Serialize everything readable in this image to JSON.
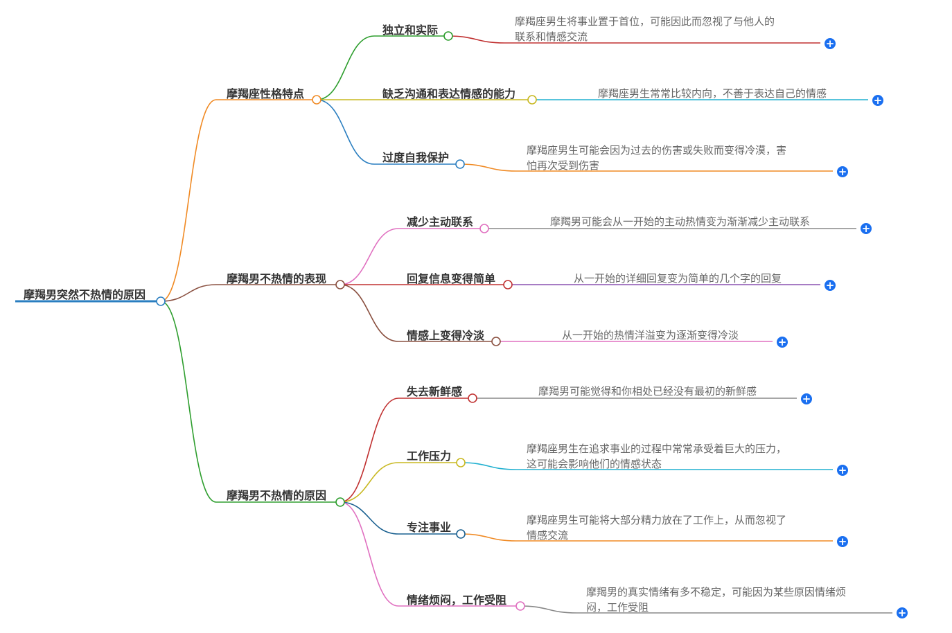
{
  "root": {
    "label": "摩羯男突然不热情的原因"
  },
  "branches": [
    {
      "label": "摩羯座性格特点",
      "color": "#f08a24",
      "children": [
        {
          "label": "独立和实际",
          "color": "#2e9e2e",
          "leaf_color": "#c03030",
          "text_lines": [
            "摩羯座男生将事业置于首位，可能因此而忽视了与他人的",
            "联系和情感交流"
          ]
        },
        {
          "label": "缺乏沟通和表达情感的能力",
          "color": "#c8b820",
          "leaf_color": "#20b0d0",
          "text_lines": [
            "摩羯座男生常常比较内向，不善于表达自己的情感"
          ]
        },
        {
          "label": "过度自我保护",
          "color": "#2a7ec0",
          "leaf_color": "#f08a24",
          "text_lines": [
            "摩羯座男生可能会因为过去的伤害或失败而变得冷漠，害",
            "怕再次受到伤害"
          ]
        }
      ]
    },
    {
      "label": "摩羯男不热情的表现",
      "color": "#8a5040",
      "children": [
        {
          "label": "减少主动联系",
          "color": "#e070c0",
          "leaf_color": "#888888",
          "text_lines": [
            "摩羯男可能会从一开始的主动热情变为渐渐减少主动联系"
          ]
        },
        {
          "label": "回复信息变得简单",
          "color": "#c03030",
          "leaf_color": "#8a50b0",
          "text_lines": [
            "从一开始的详细回复变为简单的几个字的回复"
          ]
        },
        {
          "label": "情感上变得冷淡",
          "color": "#8a5040",
          "leaf_color": "#e070c0",
          "text_lines": [
            "从一开始的热情洋溢变为逐渐变得冷淡"
          ]
        }
      ]
    },
    {
      "label": "摩羯男不热情的原因",
      "color": "#2e9e2e",
      "children": [
        {
          "label": "失去新鲜感",
          "color": "#c03030",
          "leaf_color": "#888888",
          "text_lines": [
            "摩羯男可能觉得和你相处已经没有最初的新鲜感"
          ]
        },
        {
          "label": "工作压力",
          "color": "#c8b820",
          "leaf_color": "#20b0d0",
          "text_lines": [
            "摩羯座男生在追求事业的过程中常常承受着巨大的压力，",
            "这可能会影响他们的情感状态"
          ]
        },
        {
          "label": "专注事业",
          "color": "#1a6090",
          "leaf_color": "#f08a24",
          "text_lines": [
            "摩羯座男生可能将大部分精力放在了工作上，从而忽视了",
            "情感交流"
          ]
        },
        {
          "label": "情绪烦闷，工作受阻",
          "color": "#e070c0",
          "leaf_color": "#888888",
          "text_lines": [
            "摩羯男的真实情绪有多不稳定，可能因为某些原因情绪烦",
            "闷，工作受阻"
          ]
        }
      ]
    }
  ],
  "expand_icon": "plus-icon",
  "colors": {
    "root_underline": "#2a7ec0",
    "expand_button": "#1a6ff0"
  }
}
